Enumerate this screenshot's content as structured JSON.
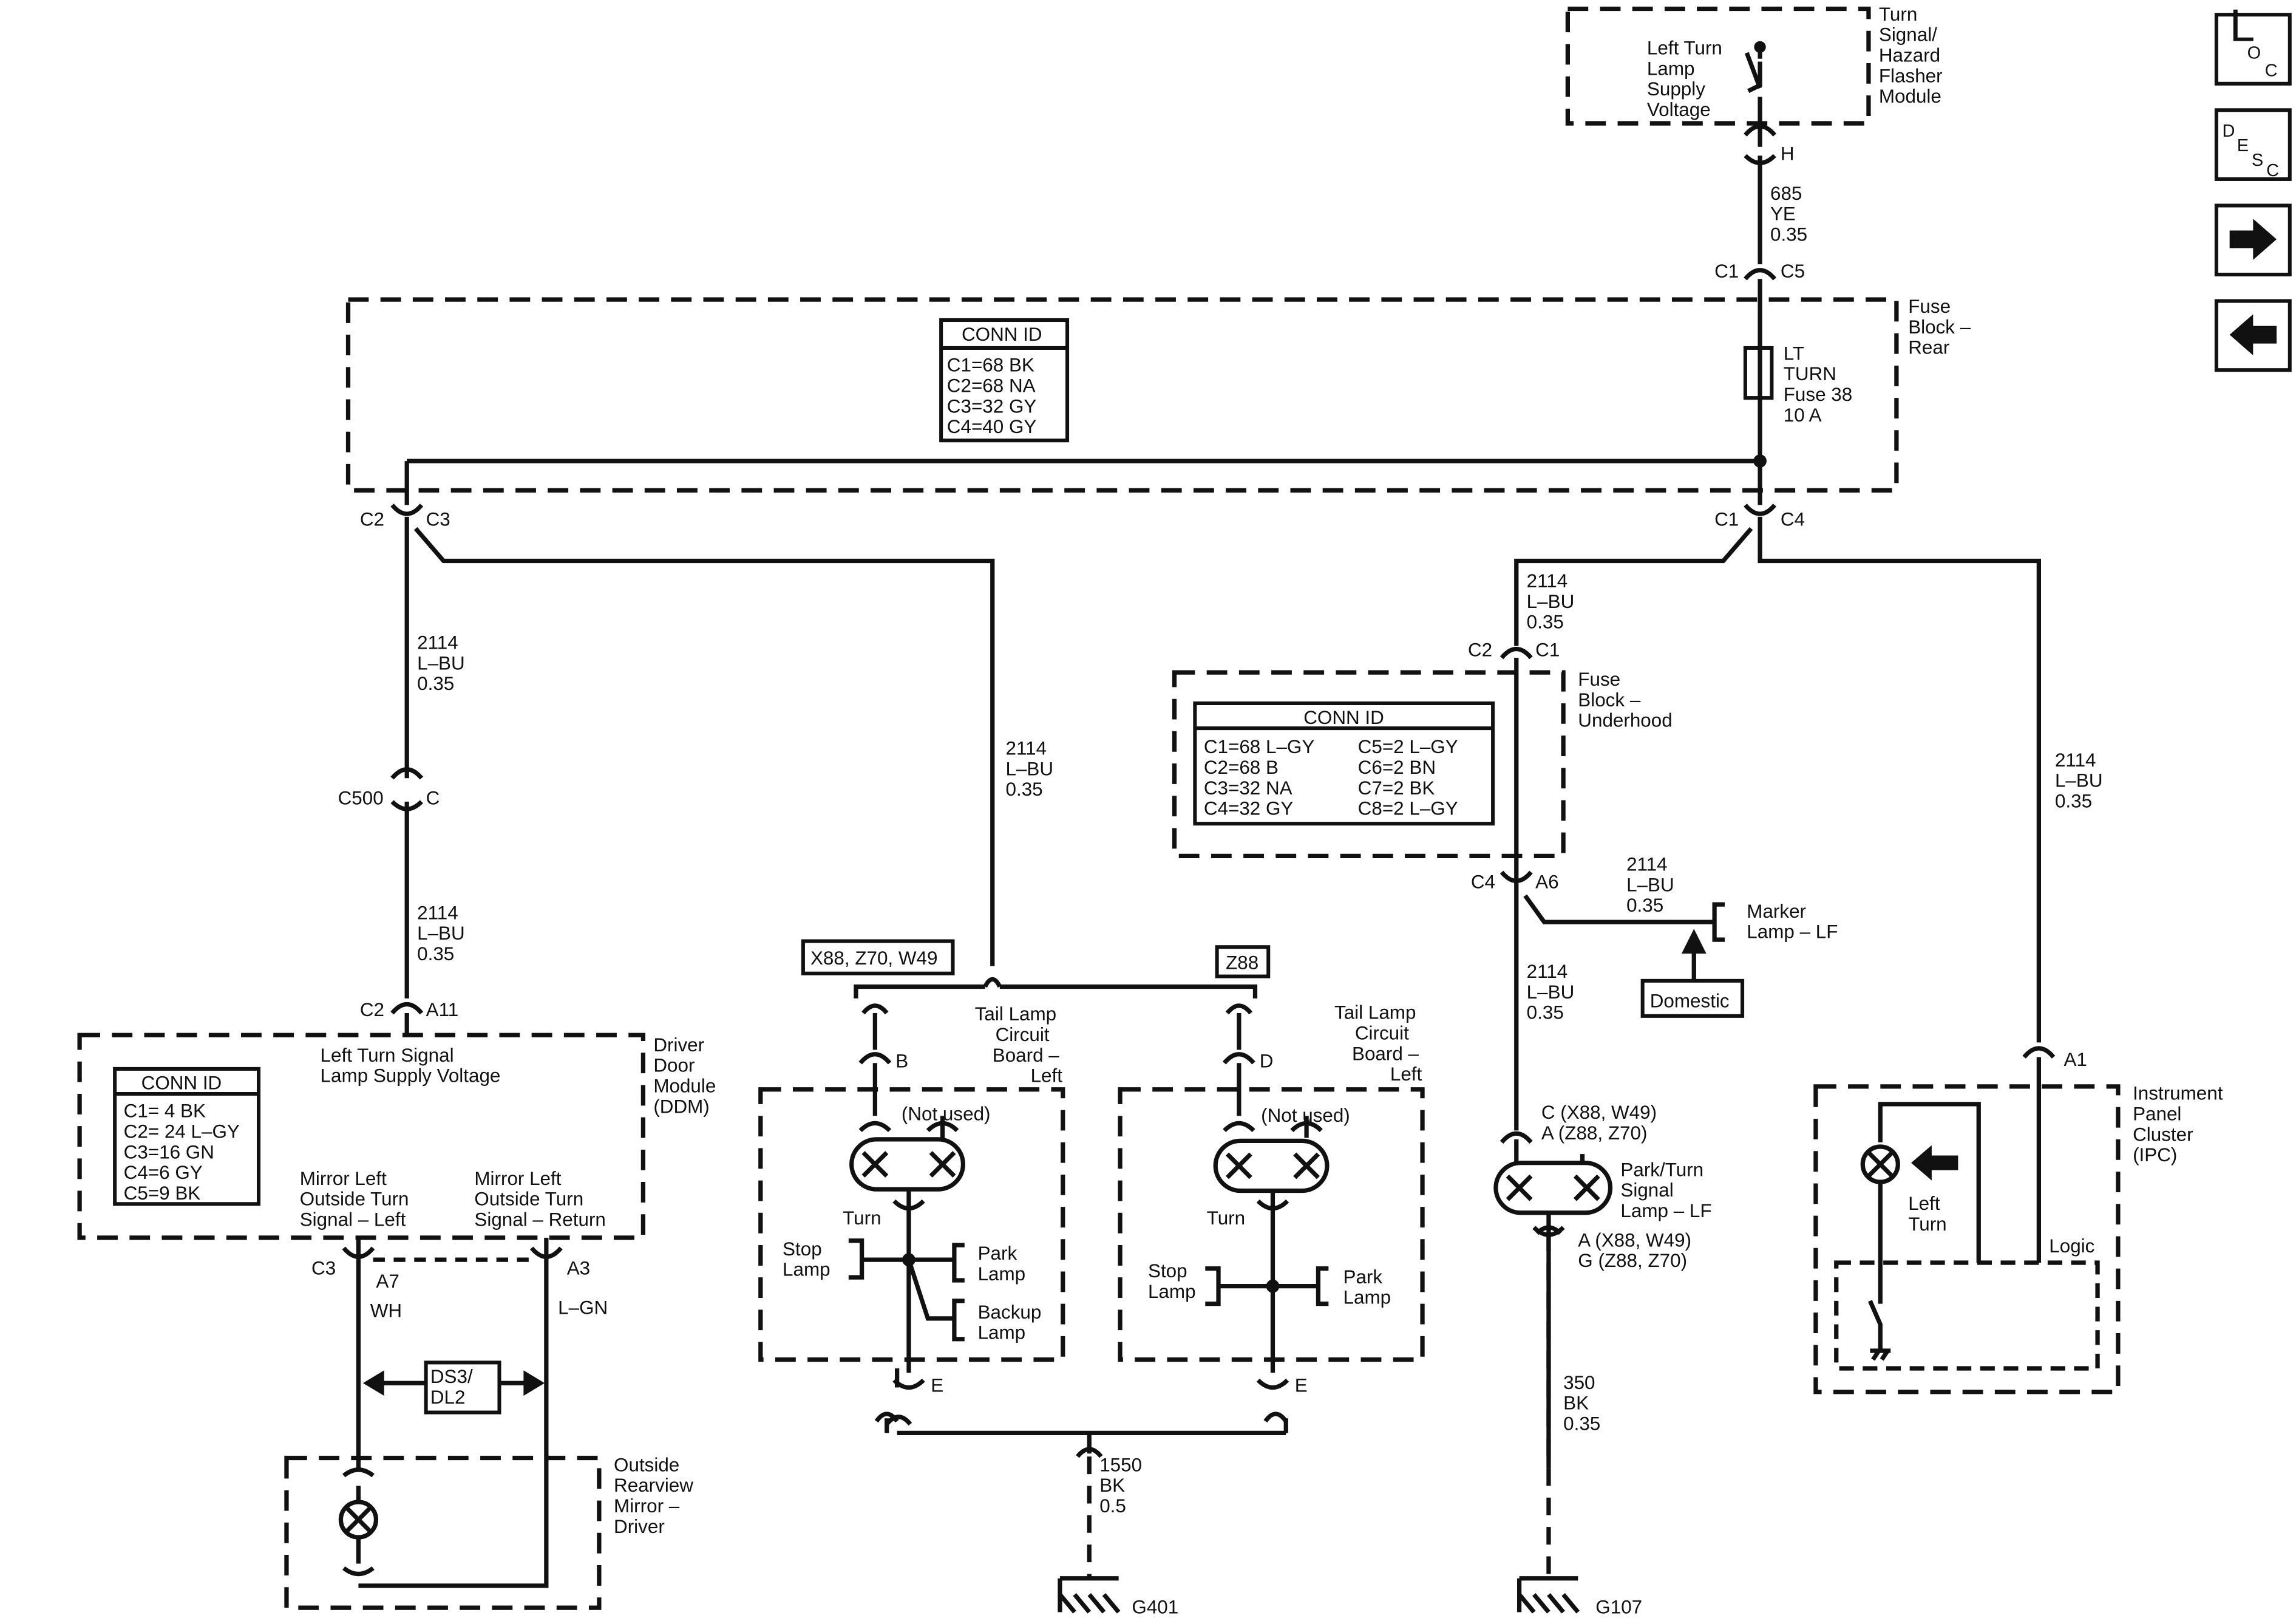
{
  "nav": {
    "loc": [
      "L",
      "O",
      "C"
    ],
    "desc": [
      "D",
      "E",
      "S",
      "C"
    ],
    "next_icon": "arrow-right-icon",
    "prev_icon": "arrow-left-icon"
  },
  "flasher": {
    "name": [
      "Turn",
      "Signal/",
      "Hazard",
      "Flasher",
      "Module"
    ],
    "supply": [
      "Left Turn",
      "Lamp",
      "Supply",
      "Voltage"
    ],
    "pin": "H"
  },
  "wire_685": [
    "685",
    "YE",
    "0.35"
  ],
  "fuse_block_rear": {
    "name": [
      "Fuse",
      "Block –",
      "Rear"
    ],
    "conn_title": "CONN ID",
    "conn": [
      "C1=68 BK",
      "C2=68 NA",
      "C3=32 GY",
      "C4=40 GY"
    ],
    "fuse": [
      "LT",
      "TURN",
      "Fuse 38",
      "10 A"
    ],
    "top_c1": "C1",
    "top_c5": "C5",
    "bl_c2": "C2",
    "bl_c3": "C3",
    "br_c1": "C1",
    "br_c4": "C4"
  },
  "wire_2114": [
    "2114",
    "L–BU",
    "0.35"
  ],
  "c500": "C500",
  "c500_pin": "C",
  "ddm": {
    "c2": "C2",
    "a11": "A11",
    "name": [
      "Driver",
      "Door",
      "Module",
      "(DDM)"
    ],
    "supply": [
      "Left Turn Signal",
      "Lamp Supply Voltage"
    ],
    "conn_title": "CONN ID",
    "conn": [
      "C1= 4 BK",
      "C2= 24 L–GY",
      "C3=16 GN",
      "C4=6 GY",
      "C5=9 BK"
    ],
    "mirror_left": [
      "Mirror Left",
      "Outside Turn",
      "Signal – Left"
    ],
    "mirror_return": [
      "Mirror Left",
      "Outside Turn",
      "Signal – Return"
    ],
    "c3": "C3",
    "a7": "A7",
    "a3": "A3",
    "wh": "WH",
    "lgn": "L–GN",
    "ds3": [
      "DS3/",
      "DL2"
    ]
  },
  "mirror": {
    "name": [
      "Outside",
      "Rearview",
      "Mirror –",
      "Driver"
    ]
  },
  "options": {
    "left": "X88, Z70, W49",
    "right": "Z88"
  },
  "tail_left": {
    "name": [
      "Tail Lamp",
      "Circuit",
      "Board –",
      "Left"
    ],
    "pin_b": "B",
    "not_used": "(Not used)",
    "turn": "Turn",
    "stop": [
      "Stop",
      "Lamp"
    ],
    "park": [
      "Park",
      "Lamp"
    ],
    "backup": [
      "Backup",
      "Lamp"
    ],
    "pin_e": "E"
  },
  "tail_right": {
    "name": [
      "Tail Lamp",
      "Circuit",
      "Board –",
      "Left"
    ],
    "pin_d": "D",
    "not_used": "(Not used)",
    "turn": "Turn",
    "stop": [
      "Stop",
      "Lamp"
    ],
    "park": [
      "Park",
      "Lamp"
    ],
    "pin_e": "E"
  },
  "wire_1550": [
    "1550",
    "BK",
    "0.5"
  ],
  "g401": "G401",
  "underhood": {
    "c2": "C2",
    "c1": "C1",
    "name": [
      "Fuse",
      "Block –",
      "Underhood"
    ],
    "conn_title": "CONN ID",
    "conn_left": [
      "C1=68 L–GY",
      "C2=68 B",
      "C3=32 NA",
      "C4=32 GY"
    ],
    "conn_right": [
      "C5=2 L–GY",
      "C6=2 BN",
      "C7=2 BK",
      "C8=2 L–GY"
    ],
    "c4": "C4",
    "a6": "A6"
  },
  "marker": {
    "name": [
      "Marker",
      "Lamp – LF"
    ],
    "domestic": "Domestic"
  },
  "park_turn": {
    "conn_top": [
      "C (X88, W49)",
      "A (Z88, Z70)"
    ],
    "name": [
      "Park/Turn",
      "Signal",
      "Lamp – LF"
    ],
    "conn_bottom": [
      "A (X88, W49)",
      "G (Z88, Z70)"
    ]
  },
  "wire_350": [
    "350",
    "BK",
    "0.35"
  ],
  "g107": "G107",
  "ipc": {
    "a1": "A1",
    "name": [
      "Instrument",
      "Panel",
      "Cluster",
      "(IPC)"
    ],
    "left_turn": [
      "Left",
      "Turn"
    ],
    "logic": "Logic"
  }
}
